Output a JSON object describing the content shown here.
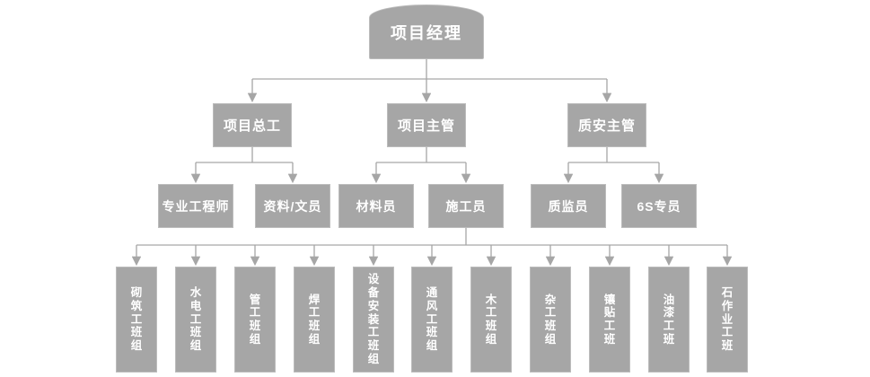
{
  "org_chart": {
    "root": {
      "label": "项目经理"
    },
    "level2": [
      {
        "label": "项目总工"
      },
      {
        "label": "项目主管"
      },
      {
        "label": "质安主管"
      }
    ],
    "level3": [
      {
        "label": "专业工程师"
      },
      {
        "label": "资料/文员"
      },
      {
        "label": "材料员"
      },
      {
        "label": "施工员"
      },
      {
        "label": "质监员"
      },
      {
        "label": "6S专员"
      }
    ],
    "teams": [
      {
        "label": "砌筑工班组"
      },
      {
        "label": "水电工班组"
      },
      {
        "label": "管工班组"
      },
      {
        "label": "焊工班组"
      },
      {
        "label": "设备安装工班组"
      },
      {
        "label": "通风工班组"
      },
      {
        "label": "木工班组"
      },
      {
        "label": "杂工班组"
      },
      {
        "label": "镶贴工班"
      },
      {
        "label": "油漆工班"
      },
      {
        "label": "石作业工班"
      }
    ]
  },
  "colors": {
    "box_fill": "#a6a6a6",
    "box_border": "#bcbcbc",
    "text": "#ffffff",
    "connector": "#a6a6a6",
    "background": "#ffffff"
  }
}
